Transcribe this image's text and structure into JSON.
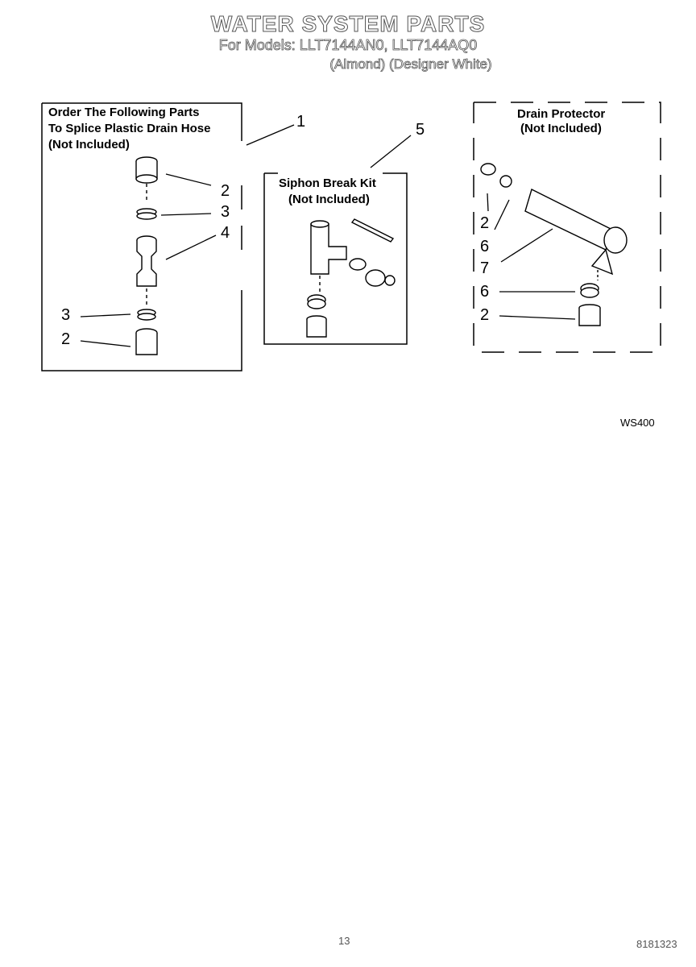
{
  "header": {
    "title": "WATER SYSTEM PARTS",
    "models": "For Models: LLT7144AN0, LLT7144AQ0",
    "colors": "(Almond)  (Designer White)"
  },
  "boxes": {
    "left": {
      "line1": "Order The Following Parts",
      "line2": "To Splice Plastic Drain Hose",
      "line3": "(Not Included)"
    },
    "middle": {
      "line1": "Siphon Break Kit",
      "line2": "(Not Included)"
    },
    "right": {
      "line1": "Drain Protector",
      "line2": "(Not Included)"
    }
  },
  "callouts": {
    "c1": "1",
    "c5": "5",
    "l2a": "2",
    "l3a": "3",
    "l4": "4",
    "l3b": "3",
    "l2b": "2",
    "r2a": "2",
    "r6a": "6",
    "r7": "7",
    "r6b": "6",
    "r2b": "2"
  },
  "diagram_code": "WS400",
  "footer": {
    "page": "13",
    "doc": "8181323"
  }
}
